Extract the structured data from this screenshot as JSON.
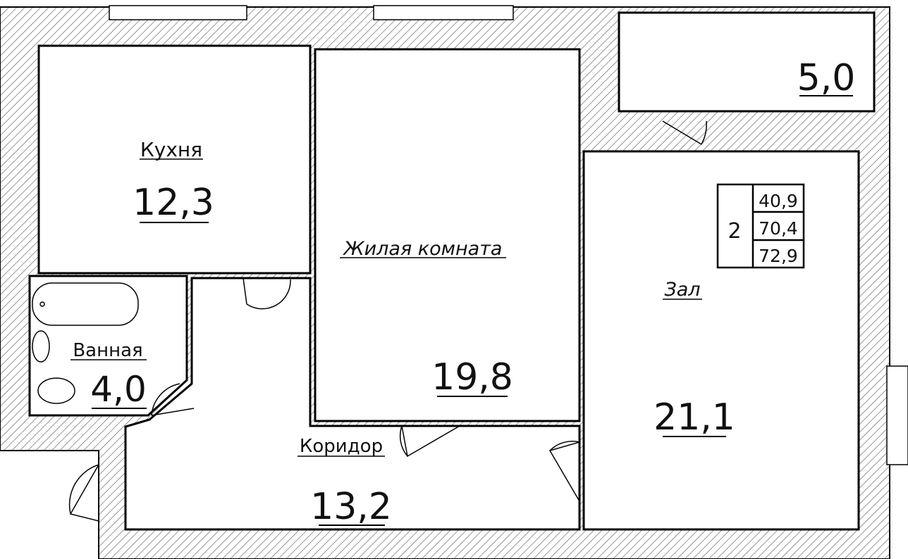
{
  "rooms": {
    "kitchen": {
      "name": "Кухня",
      "area": "12,3"
    },
    "living_room": {
      "name": "Жилая комната",
      "area": "19,8"
    },
    "bathroom": {
      "name": "Ванная",
      "area": "4,0"
    },
    "corridor": {
      "name": "Коридор",
      "area": "13,2"
    },
    "hall": {
      "name": "Зал",
      "area": "21,1"
    },
    "balcony": {
      "area": "5,0"
    }
  },
  "summary": {
    "room_count": "2",
    "living_area": "40,9",
    "total_area": "70,4",
    "total_with_balcony": "72,9"
  },
  "colors": {
    "wall_line": "#000000",
    "background": "#ffffff"
  }
}
